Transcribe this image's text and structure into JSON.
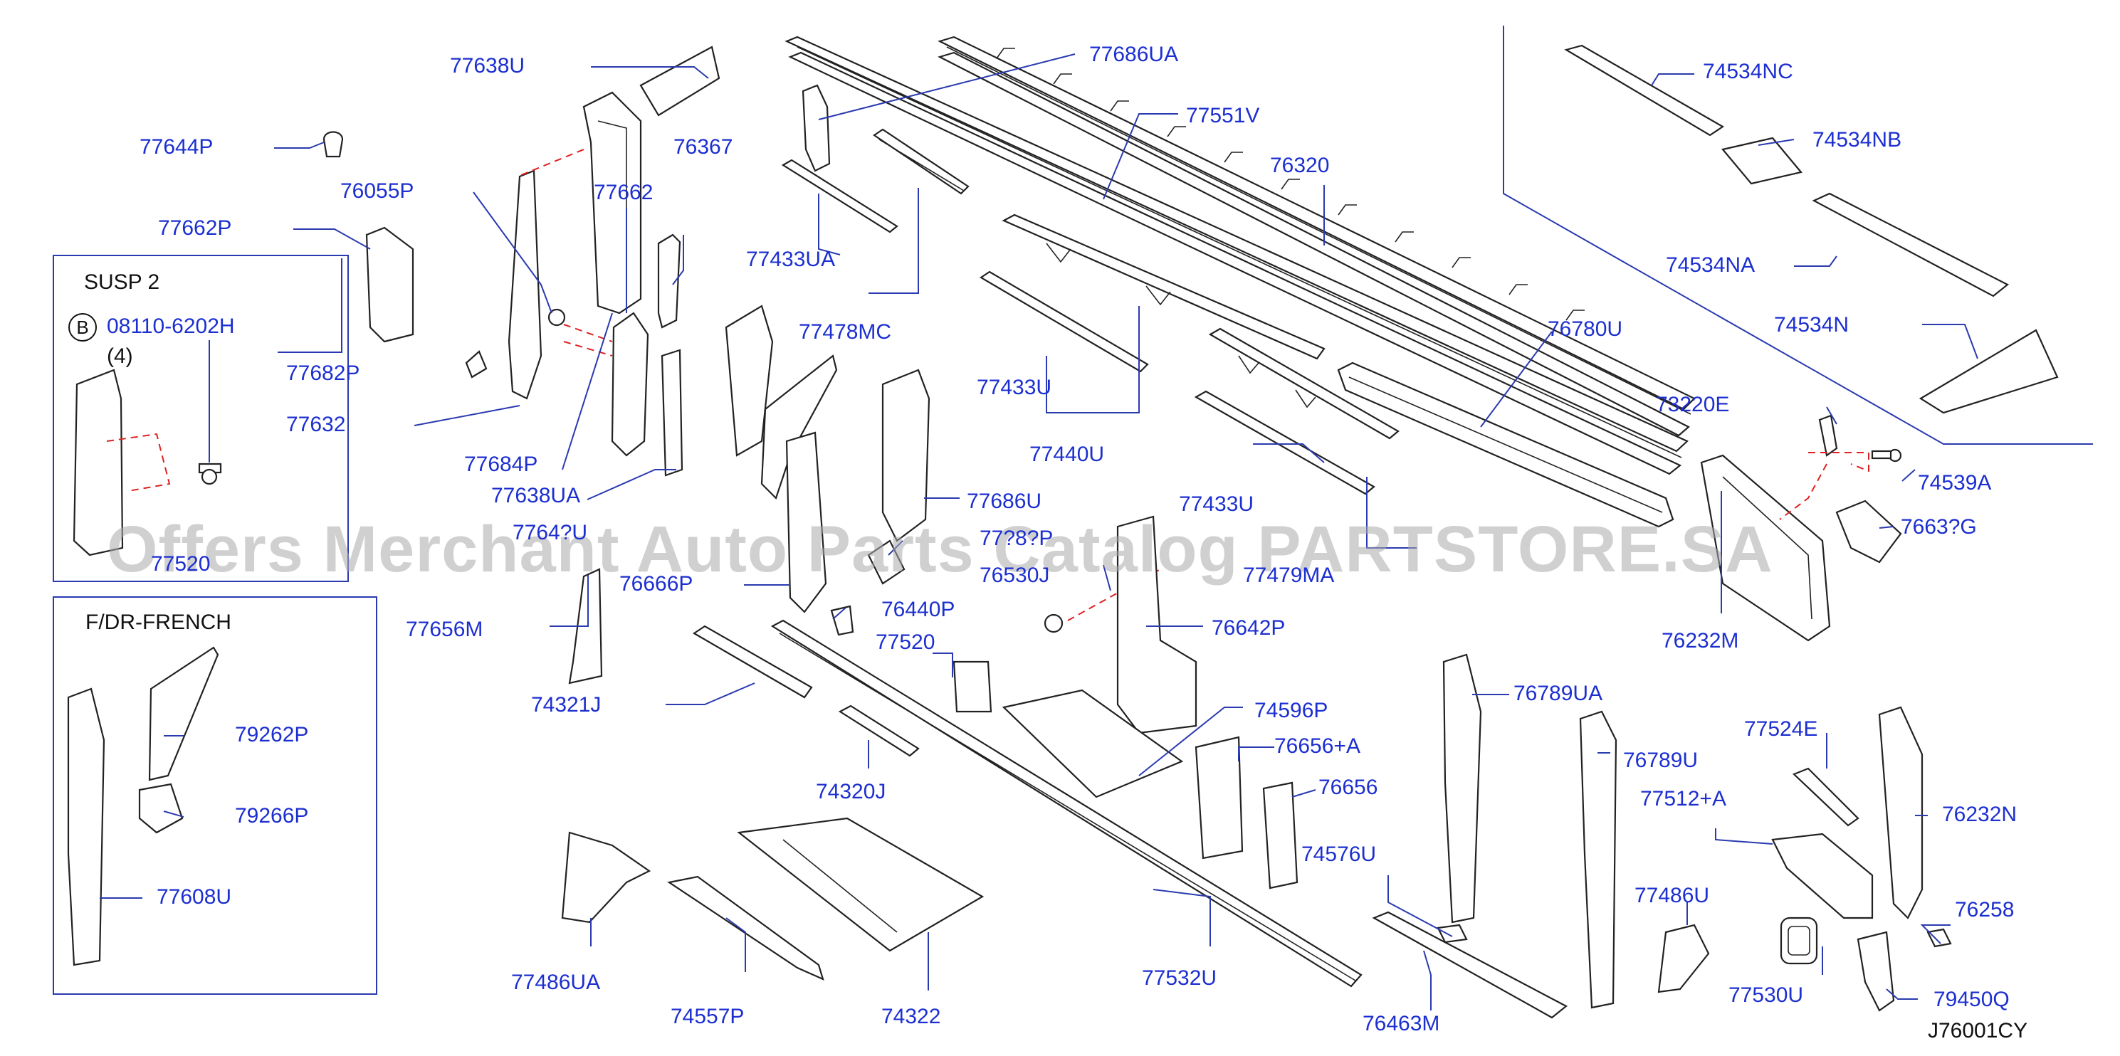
{
  "diagram": {
    "part_labels": [
      "77638U",
      "77644P",
      "76055P",
      "77662P",
      "77682P",
      "77632",
      "77684P",
      "77638UA",
      "77662",
      "76367",
      "77686UA",
      "77433UA",
      "77478MC",
      "77551V",
      "76320",
      "77433U",
      "77440U",
      "77433U",
      "77479MA",
      "76780U",
      "74534NC",
      "74534NB",
      "74534NA",
      "74534N",
      "73220E",
      "74539A",
      "76232M",
      "77686U",
      "76530J",
      "76642P",
      "76666P",
      "76440P",
      "77520",
      "77656M",
      "74321J",
      "74320J",
      "74596P",
      "76656+A",
      "76656",
      "74576U",
      "77532U",
      "76463M",
      "77486UA",
      "74557P",
      "74322",
      "76789UA",
      "76789U",
      "77524E",
      "77512+A",
      "76232N",
      "77486U",
      "77530U",
      "76258",
      "79450Q",
      "79262P",
      "79266P",
      "77608U"
    ],
    "partial_labels": [
      "7764?U",
      "77?8?P",
      "77520",
      "7663?G"
    ],
    "susp_box": {
      "title": "SUSP  2",
      "bolt_marker": "B",
      "bolt_part": "08110-6202H",
      "bolt_qty": "(4)"
    },
    "french_box": {
      "title": "F/DR-FRENCH"
    },
    "diagram_code": "J76001CY",
    "watermark": "Offers Merchant Auto Parts Catalog PARTSTORE.SA"
  },
  "colors": {
    "label": "#1c2fd0",
    "leader": "#2a3ab0",
    "dash": "#e02020",
    "outline": "#222222"
  }
}
